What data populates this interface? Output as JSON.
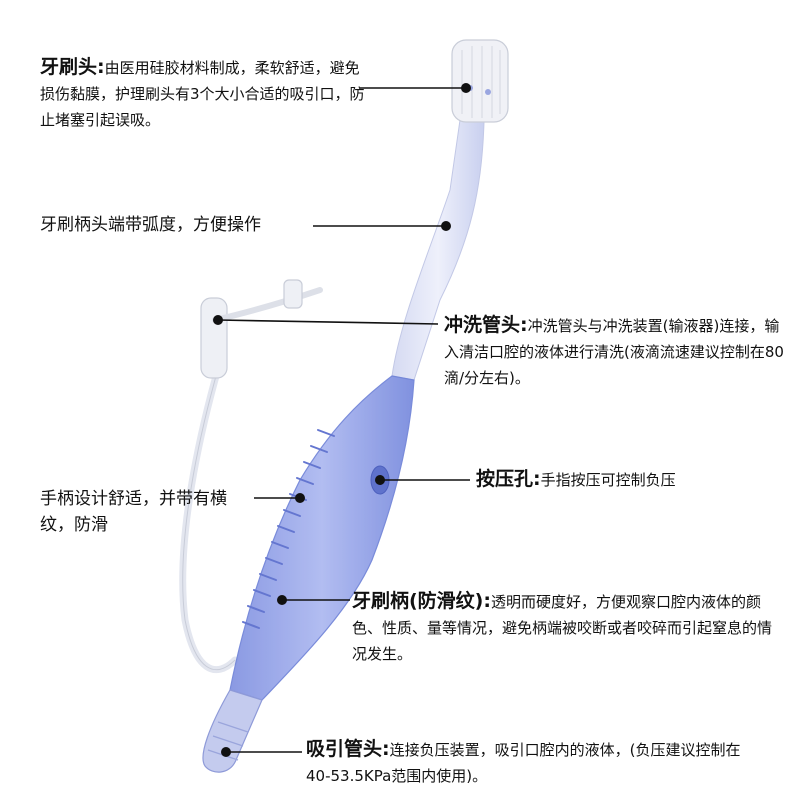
{
  "annotations": {
    "brush_head": {
      "title": "牙刷头:",
      "text": "由医用硅胶材料制成，柔软舒适，避免损伤黏膜，护理刷头有3个大小合适的吸引口，防止堵塞引起误吸。"
    },
    "neck_curve": {
      "text": "牙刷柄头端带弧度，方便操作"
    },
    "rinse_tube": {
      "title": "冲洗管头:",
      "text": "冲洗管头与冲洗装置(输液器)连接，输入清洁口腔的液体进行清洗(液滴流速建议控制在80滴/分左右)。"
    },
    "press_hole": {
      "title": "按压孔:",
      "text": "手指按压可控制负压"
    },
    "grip": {
      "text": "手柄设计舒适，并带有横纹，防滑"
    },
    "handle": {
      "title": "牙刷柄(防滑纹):",
      "text": "透明而硬度好，方便观察口腔内液体的颜色、性质、量等情况，避免柄端被咬断或者咬碎而引起窒息的情况发生。"
    },
    "suction_tube": {
      "title": "吸引管头:",
      "text": "连接负压装置，吸引口腔内的液体，(负压建议控制在40-53.5KPa范围内使用)。"
    }
  },
  "colors": {
    "handle": "#8f9fe6",
    "handle_dark": "#6f82d8",
    "tube": "#e6e9f2",
    "leader": "#111111"
  }
}
